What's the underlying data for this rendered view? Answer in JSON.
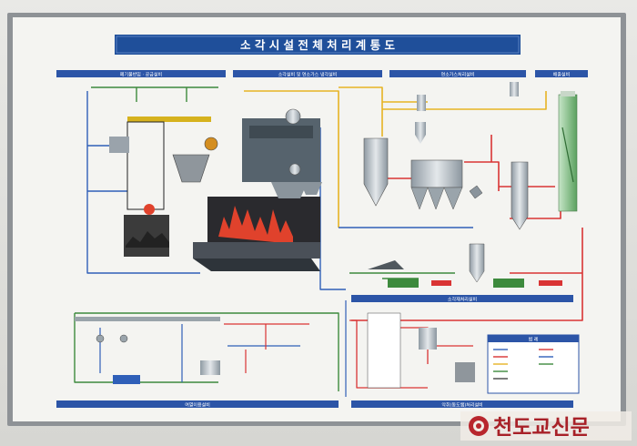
{
  "title": "소 각 시 설 전 체 처 리 계 통 도",
  "sections": [
    {
      "label": "폐기물반입 · 공급설비"
    },
    {
      "label": "소각설비 및 연소가스 냉각설비"
    },
    {
      "label": "연소가스처리설비"
    },
    {
      "label": "배출설비"
    },
    {
      "label": "소각재처리설비"
    },
    {
      "label": "여열이용설비"
    },
    {
      "label": "악취(동도쌤)처리설비"
    }
  ],
  "legend": {
    "title": "범 례"
  },
  "watermark": {
    "text": "천도교신문"
  },
  "colors": {
    "title_bar": "#1f4f9a",
    "section_bar": "#2c55a7",
    "fire": "#e0422c",
    "steam": "#d93434",
    "water": "#2f5fb8",
    "gas": "#e6b324",
    "air": "#3d8a3d"
  }
}
